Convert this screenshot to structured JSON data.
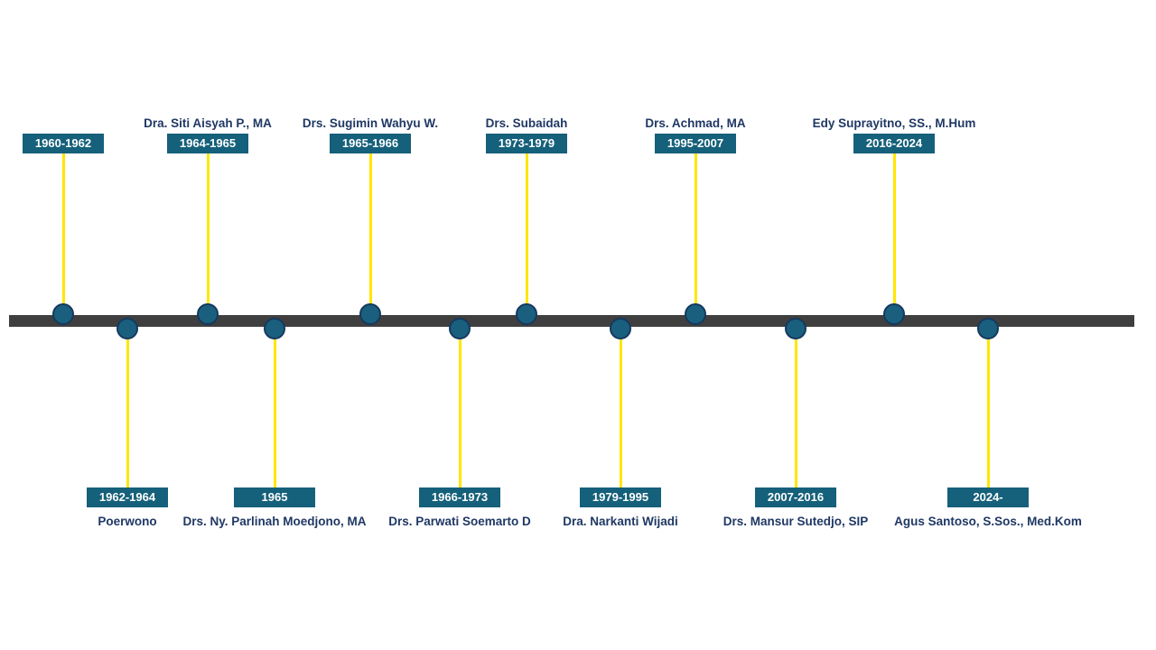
{
  "timeline": {
    "colors": {
      "bar": "#3F3F3F",
      "connector": "#FFE600",
      "badge_bg": "#15607A",
      "badge_text": "#FFFFFF",
      "dot_fill": "#1A607E",
      "dot_border": "#15395E",
      "name_text": "#1F3864"
    },
    "top_entries": [
      {
        "date": "1960-1962",
        "name": ""
      },
      {
        "date": "1964-1965",
        "name": "Dra. Siti Aisyah P., MA"
      },
      {
        "date": "1965-1966",
        "name": "Drs. Sugimin Wahyu W."
      },
      {
        "date": "1973-1979",
        "name": "Drs. Subaidah"
      },
      {
        "date": "1995-2007",
        "name": "Drs. Achmad, MA"
      },
      {
        "date": "2016-2024",
        "name": "Edy Suprayitno, SS., M.Hum"
      }
    ],
    "bottom_entries": [
      {
        "date": "1962-1964",
        "name": "Poerwono"
      },
      {
        "date": "1965",
        "name": "Drs. Ny. Parlinah Moedjono, MA"
      },
      {
        "date": "1966-1973",
        "name": "Drs. Parwati Soemarto D"
      },
      {
        "date": "1979-1995",
        "name": "Dra. Narkanti Wijadi"
      },
      {
        "date": "2007-2016",
        "name": "Drs. Mansur Sutedjo, SIP"
      },
      {
        "date": "2024-",
        "name": "Agus Santoso, S.Sos., Med.Kom"
      }
    ]
  }
}
